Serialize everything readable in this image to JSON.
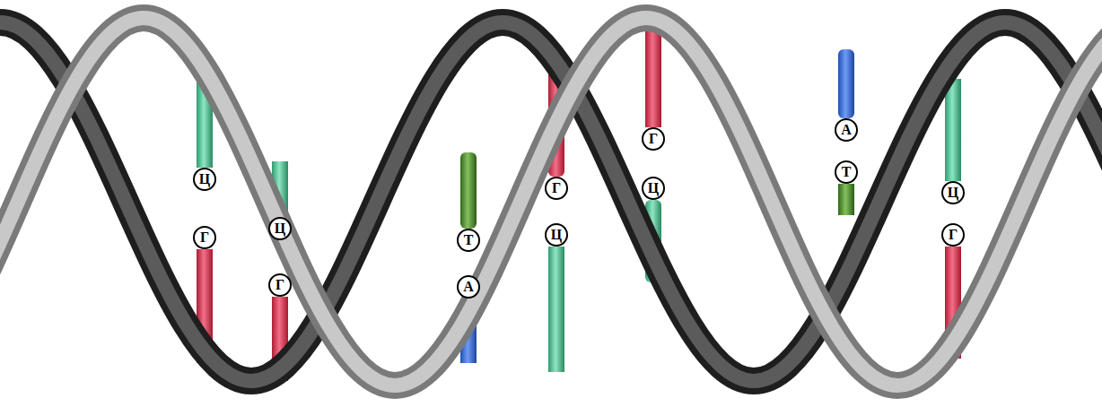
{
  "diagram": {
    "nodes": [
      {
        "text": [
          "Ц"
        ]
      },
      {
        "text": [
          "Г"
        ]
      },
      {
        "text": [
          "Ц"
        ]
      },
      {
        "text": [
          "Г"
        ]
      },
      {
        "text": [
          "Т"
        ]
      },
      {
        "text": [
          "А"
        ]
      },
      {
        "text": [
          "Г"
        ]
      },
      {
        "text": [
          "Ц"
        ]
      },
      {
        "text": [
          "Г"
        ]
      },
      {
        "text": [
          "Ц"
        ]
      },
      {
        "text": [
          "А"
        ]
      },
      {
        "text": [
          "Т"
        ]
      },
      {
        "text": [
          "Ц"
        ]
      },
      {
        "text": [
          "Г"
        ]
      }
    ]
  }
}
